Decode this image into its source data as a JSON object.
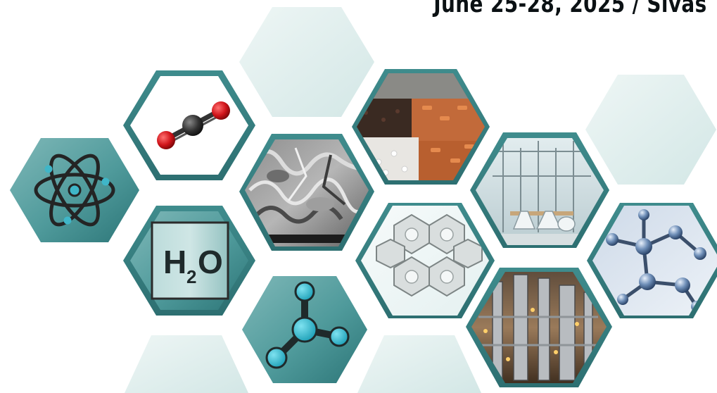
{
  "header": {
    "event_date_location": "June 25-28, 2025 / Sivas"
  },
  "tiles": {
    "water_formula": {
      "h": "H",
      "sub": "2",
      "o": "O"
    }
  },
  "colors": {
    "teal_dark": "#2f7f80",
    "teal_mid": "#5aa3a5",
    "teal_light": "#a9d0cf",
    "ghost_hex": "#dbebea",
    "ink": "#0b1114"
  },
  "icons": [
    "atom-icon",
    "co2-molecule-icon",
    "water-formula-icon",
    "molecule-bonds-icon",
    "zeolite-structure-icon",
    "catalyst-pellets-photo",
    "sem-micrograph-photo",
    "lab-glassware-photo",
    "industrial-plant-photo",
    "molecular-model-photo"
  ]
}
